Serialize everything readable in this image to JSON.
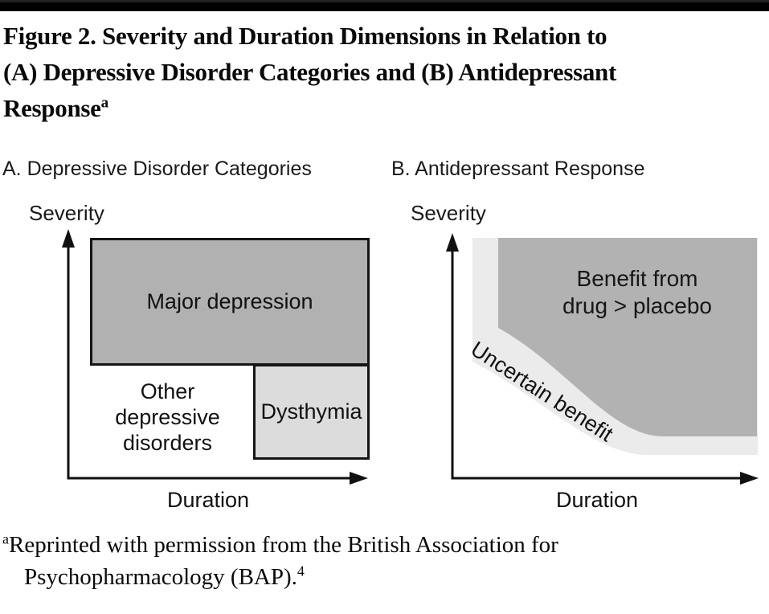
{
  "title": {
    "lines": [
      "Figure 2. Severity and Duration Dimensions in Relation to",
      "(A) Depressive Disorder Categories and (B) Antidepressant",
      "Response"
    ],
    "superscript": "a"
  },
  "panelA": {
    "header": "A. Depressive Disorder Categories",
    "y_axis_label": "Severity",
    "x_axis_label": "Duration",
    "regions": {
      "major": "Major depression",
      "other": "Other\ndepressive\ndisorders",
      "dysthymia": "Dysthymia"
    }
  },
  "panelB": {
    "header": "B. Antidepressant Response",
    "y_axis_label": "Severity",
    "x_axis_label": "Duration",
    "regions": {
      "benefit": "Benefit from\ndrug > placebo",
      "uncertain": "Uncertain benefit"
    }
  },
  "footnote": {
    "marker": "a",
    "line1": "Reprinted with permission from the British Association for",
    "line2": "Psychopharmacology (BAP).",
    "reference": "4"
  },
  "colors": {
    "region_dark": "#b2b2b2",
    "region_light": "#ebebeb",
    "dysthymia_fill": "#dcdcdc",
    "major_fill": "#b1b1b1",
    "axis_stroke": "#111111"
  }
}
